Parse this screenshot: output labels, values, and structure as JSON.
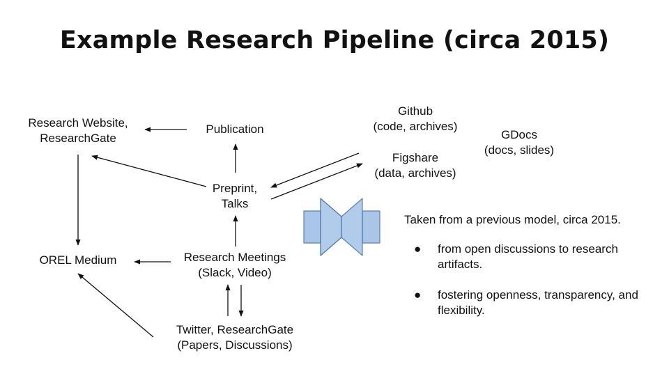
{
  "title": "Example Research Pipeline (circa 2015)",
  "nodes": {
    "research_website": [
      "Research Website,",
      "ResearchGate"
    ],
    "publication": [
      "Publication"
    ],
    "github": [
      "Github",
      "(code, archives)"
    ],
    "gdocs": [
      "GDocs",
      "(docs, slides)"
    ],
    "figshare": [
      "Figshare",
      "(data, archives)"
    ],
    "preprint": [
      "Preprint,",
      "Talks"
    ],
    "orel_medium": [
      "OREL Medium"
    ],
    "research_meetings": [
      "Research Meetings",
      "(Slack, Video)"
    ],
    "twitter": [
      "Twitter, ResearchGate",
      "(Papers, Discussions)"
    ]
  },
  "notes": {
    "intro": "Taken from a previous model, circa 2015.",
    "bullet_glyph": "●",
    "bullets": [
      "from open discussions to research artifacts.",
      "fostering openness, transparency, and flexibility."
    ]
  },
  "colors": {
    "icon_fill": "#a9c6e8",
    "icon_stroke": "#5b7fb0",
    "arrow": "#111111"
  }
}
